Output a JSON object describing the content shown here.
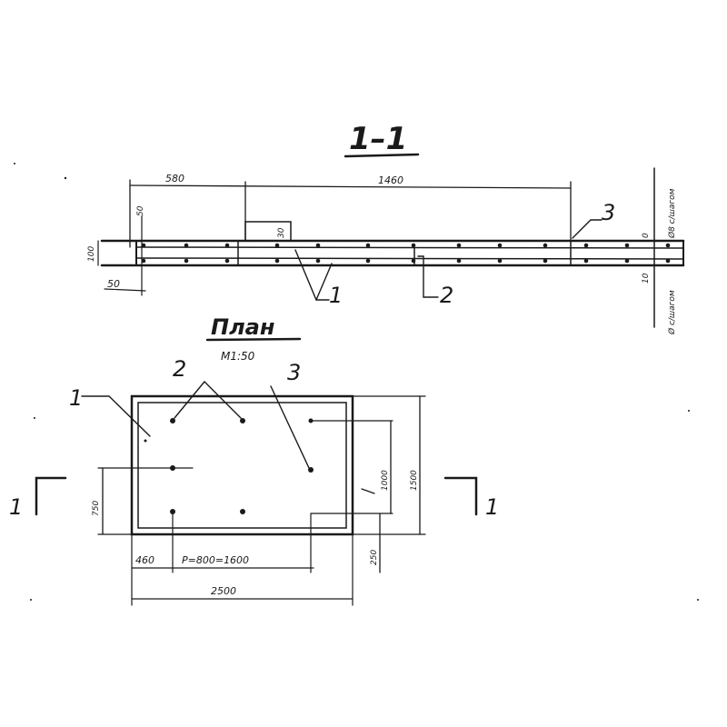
{
  "section_title": "1–1",
  "plan_title": "План",
  "plan_scale": "М1:50",
  "section_dims": {
    "d580": "580",
    "d1460": "1460",
    "d50_top": "50",
    "d100": "100",
    "d50_bottom": "50",
    "d30": "30",
    "d0": "0",
    "d10": "10"
  },
  "section_side_notes": {
    "top": "Ø8 с/шагом",
    "bottom": "Ø с/шагом"
  },
  "plan_dims": {
    "d2500": "2500",
    "d460": "460",
    "d_step": "P=800=1600",
    "d750": "750",
    "d1000": "1000",
    "d1500": "1500",
    "d250": "250"
  },
  "marks": {
    "m1": "1",
    "m2": "2",
    "m3": "3"
  },
  "cut_marks": {
    "left": "1",
    "right": "1"
  }
}
